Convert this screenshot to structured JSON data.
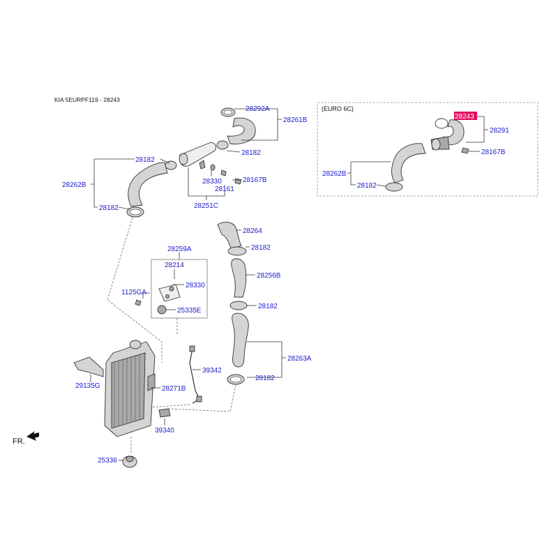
{
  "header": {
    "title": "KIA 5EURPF119 - 28243",
    "variant_label": "(EURO 6C)",
    "direction_label": "FR."
  },
  "parts": {
    "p28292A": "28292A",
    "p28261B": "28261B",
    "p28182_a": "28182",
    "p28182_b": "28182",
    "p28182_c": "28182",
    "p28182_d": "28182",
    "p28182_e": "28182",
    "p28182_f": "28182",
    "p28182_g": "28182",
    "p28262B_left": "28262B",
    "p28330_a": "28330",
    "p28161": "28161",
    "p28167B_a": "28167B",
    "p28251C": "28251C",
    "p28243": "28243",
    "p28291": "28291",
    "p28167B_b": "28167B",
    "p28262B_right": "28262B",
    "p28264": "28264",
    "p28256B": "28256B",
    "p28263A": "28263A",
    "p28259A": "28259A",
    "p28214": "28214",
    "p28330_b": "28330",
    "p1125GA": "1125GA",
    "p25335E": "25335E",
    "p39342": "39342",
    "p28271B": "28271B",
    "p29135G": "29135G",
    "p39340": "39340",
    "p25336": "25336"
  },
  "colors": {
    "part_number": "#1a1acc",
    "highlight": "#e0115f"
  }
}
